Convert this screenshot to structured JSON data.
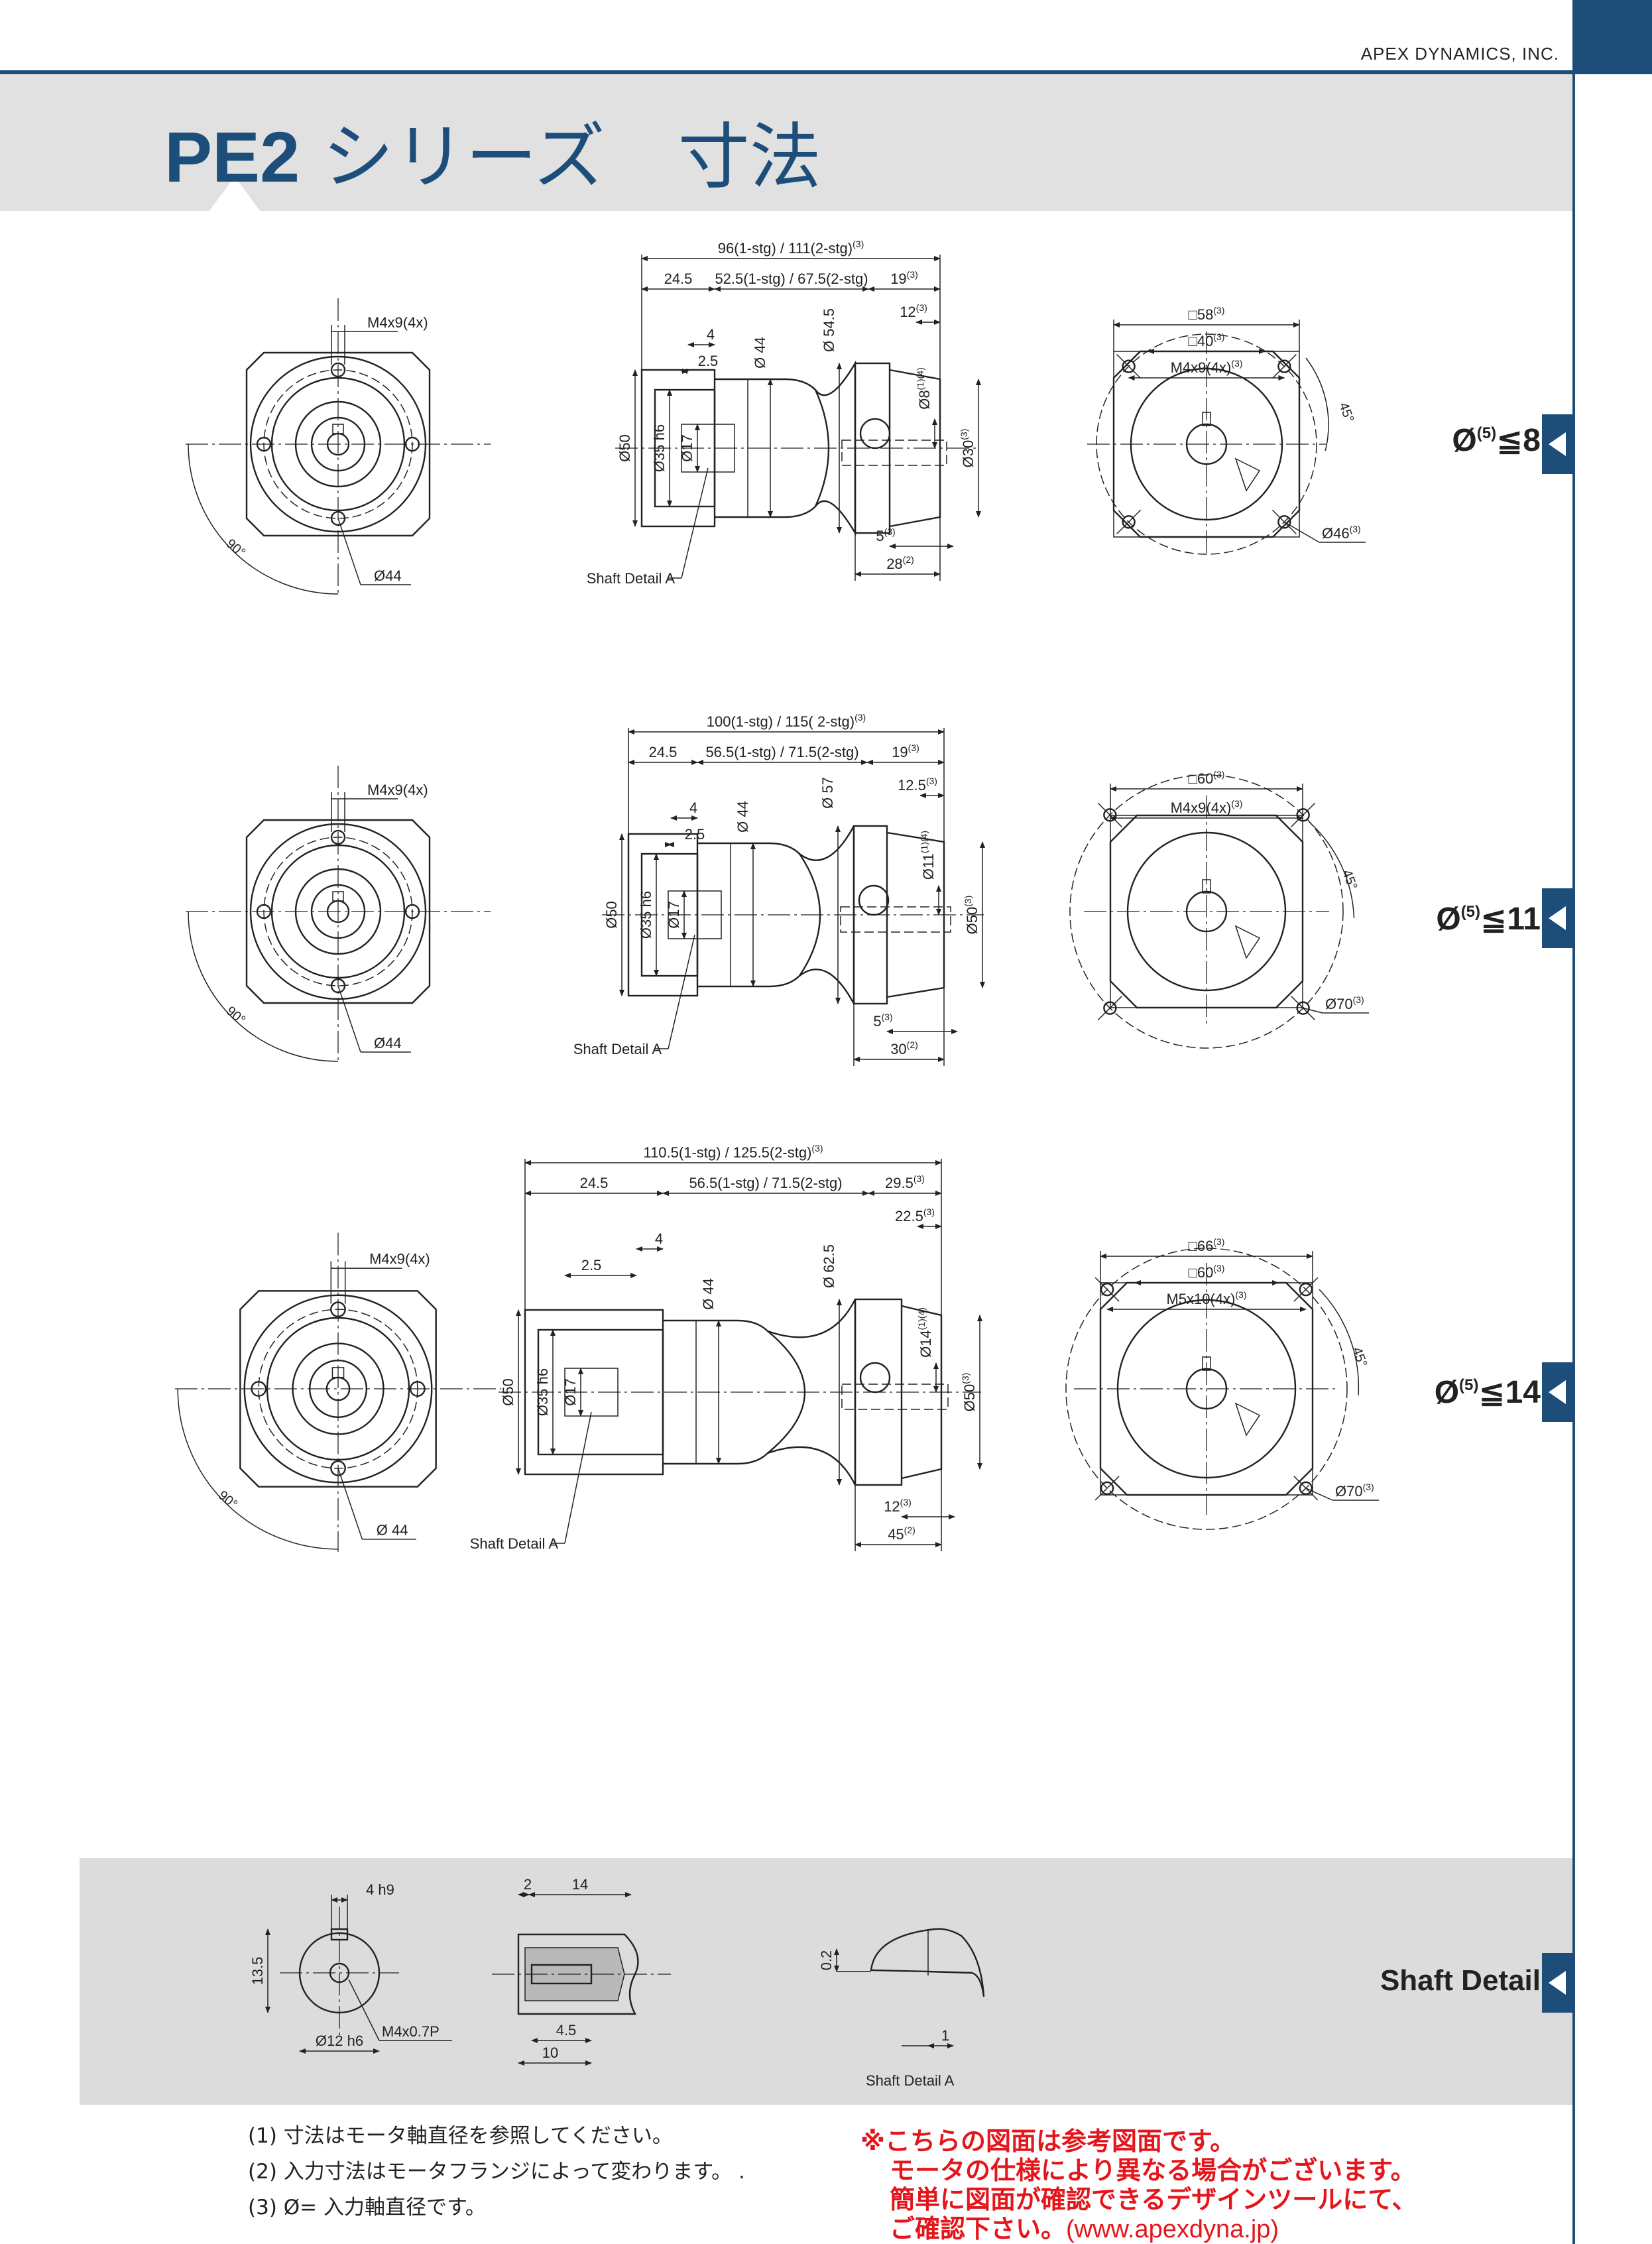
{
  "header": {
    "company": "APEX DYNAMICS, INC.",
    "series": "PE2",
    "title_jp": "シリーズ",
    "title_dim": "寸法"
  },
  "sections": [
    {
      "id": "d8",
      "side_label_prefix": "Ø",
      "side_label_sup": "(5)",
      "side_label_value": "≦8",
      "front": {
        "thread": "M4x9(4x)",
        "pcd": "Ø44",
        "angle": "90°"
      },
      "side": {
        "total_len": "96(1-stg) / 111(2-stg)",
        "total_sup": "(3)",
        "l_24_5": "24.5",
        "l_mid": "52.5(1-stg) / 67.5(2-stg)",
        "l_19": "19",
        "l_19_sup": "(3)",
        "l_12": "12",
        "l_12_sup": "(3)",
        "l_4": "4",
        "l_2_5": "2.5",
        "d_44": "Ø 44",
        "d_54": "Ø 54.5",
        "d_50": "Ø50",
        "d_35": "Ø35 h6",
        "d_17": "Ø17",
        "d_8": "Ø8",
        "d_8_sup": "(1)(4)",
        "d_30": "Ø30",
        "d_30_sup": "(3)",
        "l_5": "5",
        "l_5_sup": "(3)",
        "l_28": "28",
        "l_28_sup": "(2)",
        "detail": "Shaft Detail  A"
      },
      "back": {
        "sq_outer": "□58",
        "sq_outer_sup": "(3)",
        "sq_inner": "□40",
        "sq_inner_sup": "(3)",
        "thread": "M4x9(4x)",
        "thread_sup": "(3)",
        "angle": "45°",
        "pcd": "Ø46",
        "pcd_sup": "(3)"
      }
    },
    {
      "id": "d11",
      "side_label_prefix": "Ø",
      "side_label_sup": "(5)",
      "side_label_value": "≦11",
      "front": {
        "thread": "M4x9(4x)",
        "pcd": "Ø44",
        "angle": "90°"
      },
      "side": {
        "total_len": "100(1-stg) / 115( 2-stg)",
        "total_sup": "(3)",
        "l_24_5": "24.5",
        "l_mid": "56.5(1-stg) / 71.5(2-stg)",
        "l_19": "19",
        "l_19_sup": "(3)",
        "l_12": "12.5",
        "l_12_sup": "(3)",
        "l_4": "4",
        "l_2_5": "2.5",
        "d_44": "Ø 44",
        "d_54": "Ø 57",
        "d_50": "Ø50",
        "d_35": "Ø35 h6",
        "d_17": "Ø17",
        "d_8": "Ø11",
        "d_8_sup": "(1)(4)",
        "d_30": "Ø50",
        "d_30_sup": "(3)",
        "l_5": "5",
        "l_5_sup": "(3)",
        "l_28": "30",
        "l_28_sup": "(2)",
        "detail": "Shaft Detail  A"
      },
      "back": {
        "sq_outer": "□60",
        "sq_outer_sup": "(3)",
        "sq_inner": "",
        "sq_inner_sup": "",
        "thread": "M4x9(4x)",
        "thread_sup": "(3)",
        "angle": "45°",
        "pcd": "Ø70",
        "pcd_sup": "(3)"
      }
    },
    {
      "id": "d14",
      "side_label_prefix": "Ø",
      "side_label_sup": "(5)",
      "side_label_value": "≦14",
      "front": {
        "thread": "M4x9(4x)",
        "pcd": "Ø 44",
        "angle": "90°"
      },
      "side": {
        "total_len": "110.5(1-stg) / 125.5(2-stg)",
        "total_sup": "(3)",
        "l_24_5": "24.5",
        "l_mid": "56.5(1-stg) / 71.5(2-stg)",
        "l_19": "29.5",
        "l_19_sup": "(3)",
        "l_12": "22.5",
        "l_12_sup": "(3)",
        "l_4": "4",
        "l_2_5": "2.5",
        "d_44": "Ø 44",
        "d_54": "Ø 62.5",
        "d_50": "Ø50",
        "d_35": "Ø35 h6",
        "d_17": "Ø17",
        "d_8": "Ø14",
        "d_8_sup": "(1)(4)",
        "d_30": "Ø50",
        "d_30_sup": "(3)",
        "l_5": "12",
        "l_5_sup": "(3)",
        "l_28": "45",
        "l_28_sup": "(2)",
        "detail": "Shaft Detail  A"
      },
      "back": {
        "sq_outer": "□66",
        "sq_outer_sup": "(3)",
        "sq_inner": "□60",
        "sq_inner_sup": "(3)",
        "thread": "M5x10(4x)",
        "thread_sup": "(3)",
        "angle": "45°",
        "pcd": "Ø70",
        "pcd_sup": "(3)"
      }
    }
  ],
  "shaft_detail": {
    "label": "Shaft Detail",
    "key_width": "4 h9",
    "height": "13.5",
    "thread": "M4x0.7P",
    "diameter": "Ø12 h6",
    "l_2": "2",
    "l_14": "14",
    "l_4_5": "4.5",
    "l_10": "10",
    "r_0_2": "0.2",
    "r_1": "1",
    "detail_a": "Shaft  Detail  A"
  },
  "notes": [
    "(1) 寸法はモータ軸直径を参照してください。",
    "(2) 入力寸法はモータフランジによって変わります。 .",
    "(3) Ø= 入力軸直径です。"
  ],
  "disclaimer": {
    "line1": "※こちらの図面は参考図面です。",
    "line2": "モータの仕様により異なる場合がございます。",
    "line3": "簡単に図面が確認できるデザインツールにて、",
    "line4": "ご確認下さい。",
    "url": "(www.apexdyna.jp)"
  },
  "colors": {
    "brand": "#1d4e7a",
    "band": "#e1e1e1",
    "alert": "#e4161c"
  }
}
